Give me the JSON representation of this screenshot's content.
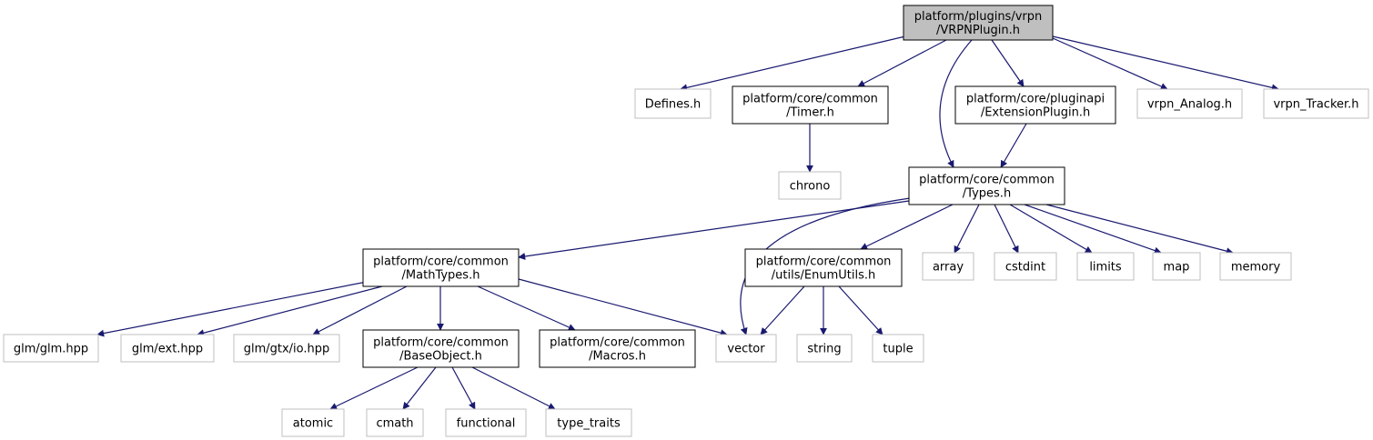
{
  "colors": {
    "edge": "#191970",
    "root_fill": "#bfbfbf",
    "documented_border": "#000000",
    "external_border": "#bfbfbf",
    "text": "#000000"
  },
  "nodes": [
    {
      "id": "vrpnplugin",
      "kind": "root",
      "lines": [
        "platform/plugins/vrpn",
        "/VRPNPlugin.h"
      ]
    },
    {
      "id": "defines",
      "kind": "external",
      "lines": [
        "Defines.h"
      ]
    },
    {
      "id": "timer",
      "kind": "documented",
      "lines": [
        "platform/core/common",
        "/Timer.h"
      ]
    },
    {
      "id": "extensionplugin",
      "kind": "documented",
      "lines": [
        "platform/core/pluginapi",
        "/ExtensionPlugin.h"
      ]
    },
    {
      "id": "vrpn-analog",
      "kind": "external",
      "lines": [
        "vrpn_Analog.h"
      ]
    },
    {
      "id": "vrpn-tracker",
      "kind": "external",
      "lines": [
        "vrpn_Tracker.h"
      ]
    },
    {
      "id": "chrono",
      "kind": "external",
      "lines": [
        "chrono"
      ]
    },
    {
      "id": "types",
      "kind": "documented",
      "lines": [
        "platform/core/common",
        "/Types.h"
      ]
    },
    {
      "id": "mathtypes",
      "kind": "documented",
      "lines": [
        "platform/core/common",
        "/MathTypes.h"
      ]
    },
    {
      "id": "enumutils",
      "kind": "documented",
      "lines": [
        "platform/core/common",
        "/utils/EnumUtils.h"
      ]
    },
    {
      "id": "array",
      "kind": "external",
      "lines": [
        "array"
      ]
    },
    {
      "id": "cstdint",
      "kind": "external",
      "lines": [
        "cstdint"
      ]
    },
    {
      "id": "limits",
      "kind": "external",
      "lines": [
        "limits"
      ]
    },
    {
      "id": "map",
      "kind": "external",
      "lines": [
        "map"
      ]
    },
    {
      "id": "memory",
      "kind": "external",
      "lines": [
        "memory"
      ]
    },
    {
      "id": "glm-glm",
      "kind": "external",
      "lines": [
        "glm/glm.hpp"
      ]
    },
    {
      "id": "glm-ext",
      "kind": "external",
      "lines": [
        "glm/ext.hpp"
      ]
    },
    {
      "id": "glm-gtx-io",
      "kind": "external",
      "lines": [
        "glm/gtx/io.hpp"
      ]
    },
    {
      "id": "baseobject",
      "kind": "documented",
      "lines": [
        "platform/core/common",
        "/BaseObject.h"
      ]
    },
    {
      "id": "macros",
      "kind": "documented",
      "lines": [
        "platform/core/common",
        "/Macros.h"
      ]
    },
    {
      "id": "vector",
      "kind": "external",
      "lines": [
        "vector"
      ]
    },
    {
      "id": "string",
      "kind": "external",
      "lines": [
        "string"
      ]
    },
    {
      "id": "tuple",
      "kind": "external",
      "lines": [
        "tuple"
      ]
    },
    {
      "id": "atomic",
      "kind": "external",
      "lines": [
        "atomic"
      ]
    },
    {
      "id": "cmath",
      "kind": "external",
      "lines": [
        "cmath"
      ]
    },
    {
      "id": "functional",
      "kind": "external",
      "lines": [
        "functional"
      ]
    },
    {
      "id": "type-traits",
      "kind": "external",
      "lines": [
        "type_traits"
      ]
    }
  ],
  "edges": [
    {
      "from": "vrpnplugin",
      "to": "defines"
    },
    {
      "from": "vrpnplugin",
      "to": "timer"
    },
    {
      "from": "vrpnplugin",
      "to": "types"
    },
    {
      "from": "vrpnplugin",
      "to": "extensionplugin"
    },
    {
      "from": "vrpnplugin",
      "to": "vrpn-analog"
    },
    {
      "from": "vrpnplugin",
      "to": "vrpn-tracker"
    },
    {
      "from": "timer",
      "to": "chrono"
    },
    {
      "from": "extensionplugin",
      "to": "types"
    },
    {
      "from": "types",
      "to": "mathtypes"
    },
    {
      "from": "types",
      "to": "vector"
    },
    {
      "from": "types",
      "to": "enumutils"
    },
    {
      "from": "types",
      "to": "array"
    },
    {
      "from": "types",
      "to": "cstdint"
    },
    {
      "from": "types",
      "to": "limits"
    },
    {
      "from": "types",
      "to": "map"
    },
    {
      "from": "types",
      "to": "memory"
    },
    {
      "from": "mathtypes",
      "to": "glm-glm"
    },
    {
      "from": "mathtypes",
      "to": "glm-ext"
    },
    {
      "from": "mathtypes",
      "to": "glm-gtx-io"
    },
    {
      "from": "mathtypes",
      "to": "baseobject"
    },
    {
      "from": "mathtypes",
      "to": "macros"
    },
    {
      "from": "mathtypes",
      "to": "vector"
    },
    {
      "from": "enumutils",
      "to": "vector"
    },
    {
      "from": "enumutils",
      "to": "string"
    },
    {
      "from": "enumutils",
      "to": "tuple"
    },
    {
      "from": "baseobject",
      "to": "atomic"
    },
    {
      "from": "baseobject",
      "to": "cmath"
    },
    {
      "from": "baseobject",
      "to": "functional"
    },
    {
      "from": "baseobject",
      "to": "type-traits"
    }
  ]
}
